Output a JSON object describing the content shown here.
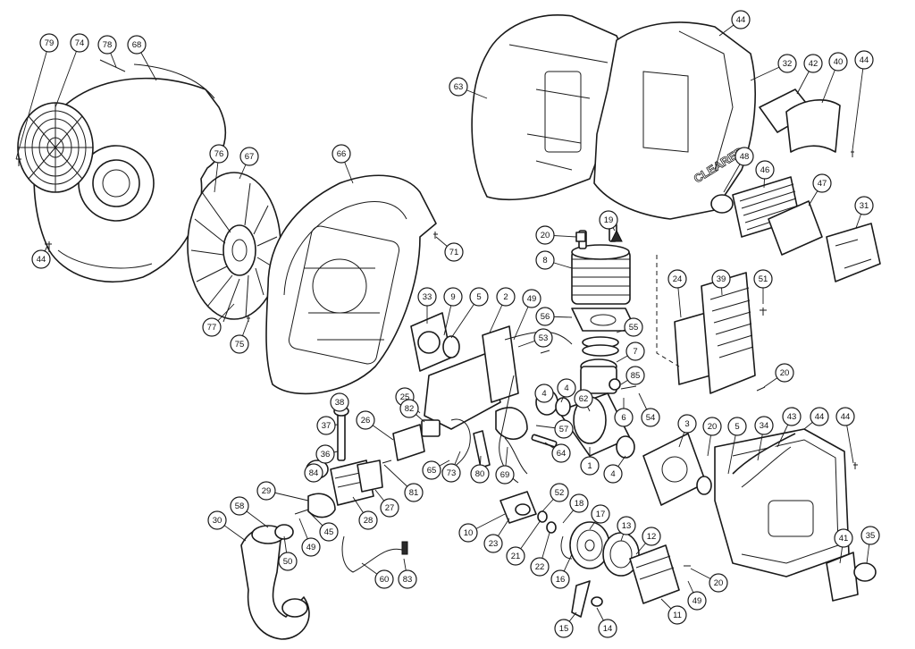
{
  "diagram": {
    "highlight_color": "#f5c518",
    "line_color": "#1a1a1a",
    "highlighted_part": "63",
    "brand_text": "CLEARED",
    "labels": [
      "79",
      "74",
      "78",
      "68",
      "44",
      "76",
      "67",
      "66",
      "71",
      "77",
      "75",
      "63",
      "44",
      "32",
      "42",
      "40",
      "44",
      "48",
      "46",
      "47",
      "31",
      "20",
      "19",
      "8",
      "33",
      "9",
      "5",
      "2",
      "49",
      "56",
      "55",
      "53",
      "7",
      "24",
      "39",
      "51",
      "20",
      "85",
      "4",
      "4",
      "62",
      "6",
      "54",
      "25",
      "82",
      "26",
      "38",
      "37",
      "36",
      "84",
      "29",
      "30",
      "58",
      "50",
      "49",
      "45",
      "28",
      "27",
      "81",
      "65",
      "73",
      "80",
      "69",
      "64",
      "57",
      "1",
      "4",
      "3",
      "20",
      "5",
      "34",
      "43",
      "44",
      "44",
      "52",
      "18",
      "17",
      "13",
      "12",
      "10",
      "23",
      "21",
      "22",
      "16",
      "60",
      "83",
      "15",
      "14",
      "11",
      "49",
      "20",
      "41",
      "35"
    ]
  }
}
